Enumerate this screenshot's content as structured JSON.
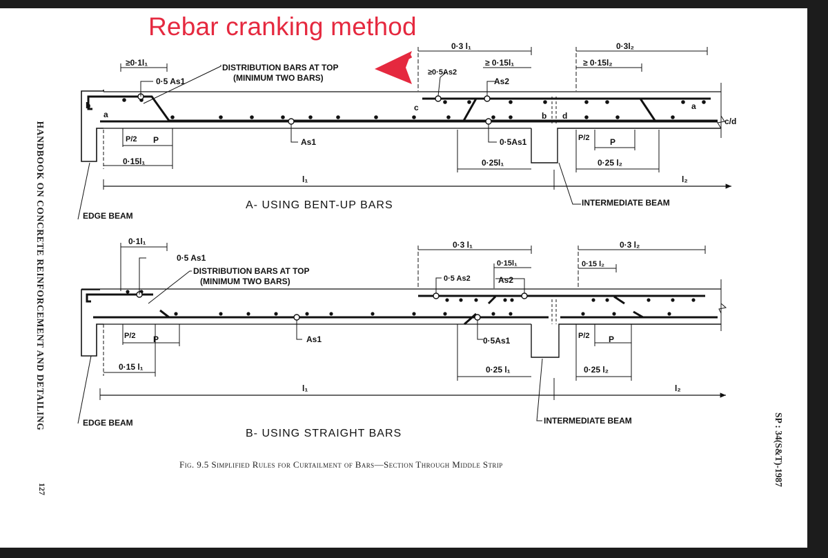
{
  "annotation": {
    "text": "Rebar cranking method",
    "color": "#e5293f"
  },
  "side_text": {
    "left": "HANDBOOK ON CONCRETE REINFORCEMENT AND DETAILING",
    "page_number": "127",
    "right": "SP : 34(S&T)-1987"
  },
  "caption": "Fig. 9.5 Simplified Rules for Curtailment of Bars—Section Through Middle Strip",
  "diagram_a": {
    "title": "A- USING BENT-UP BARS",
    "distribution_bars": "DISTRIBUTION BARS AT TOP",
    "min_bars": "(MINIMUM TWO BARS)",
    "edge_beam": "EDGE BEAM",
    "intermediate_beam": "INTERMEDIATE BEAM",
    "labels": {
      "ge_01l1": "≥0·1l₁",
      "half_as1": "0·5 As1",
      "as1": "As1",
      "half_as1_mid": "0·5As1",
      "ge_half_as2": "≥0·5As2",
      "as2": "As2",
      "l015_l1_top": "≥ 0·15l₁",
      "l03_l1": "0·3 l₁",
      "l03_l2": "0·3l₂",
      "l015_l2_top": "≥ 0·15l₂",
      "l015_l1_bot": "0·15l₁",
      "l025_l1": "0·25l₁",
      "l025_l2": "0·25 l₂",
      "l1": "l₁",
      "l2": "l₂",
      "p_half": "P/2",
      "p": "P",
      "a": "a",
      "b": "b",
      "c": "c",
      "d": "d",
      "cd": "c/d"
    }
  },
  "diagram_b": {
    "title": "B- USING STRAIGHT BARS",
    "distribution_bars": "DISTRIBUTION BARS AT TOP",
    "min_bars": "(MINIMUM TWO BARS)",
    "edge_beam": "EDGE BEAM",
    "intermediate_beam": "INTERMEDIATE BEAM",
    "labels": {
      "l01_l1": "0·1l₁",
      "half_as1": "0·5 As1",
      "as1": "As1",
      "half_as1_mid": "0·5As1",
      "half_as2": "0·5 As2",
      "as2": "As2",
      "l015_l1_top": "0·15l₁",
      "l03_l1": "0·3 l₁",
      "l03_l2": "0·3 l₂",
      "l015_l2_top": "0·15 l₂",
      "l015_l1_bot": "0·15 l₁",
      "l025_l1": "0·25 l₁",
      "l025_l2": "0·25 l₂",
      "l1": "l₁",
      "l2": "l₂",
      "p_half": "P/2",
      "p": "P"
    }
  }
}
